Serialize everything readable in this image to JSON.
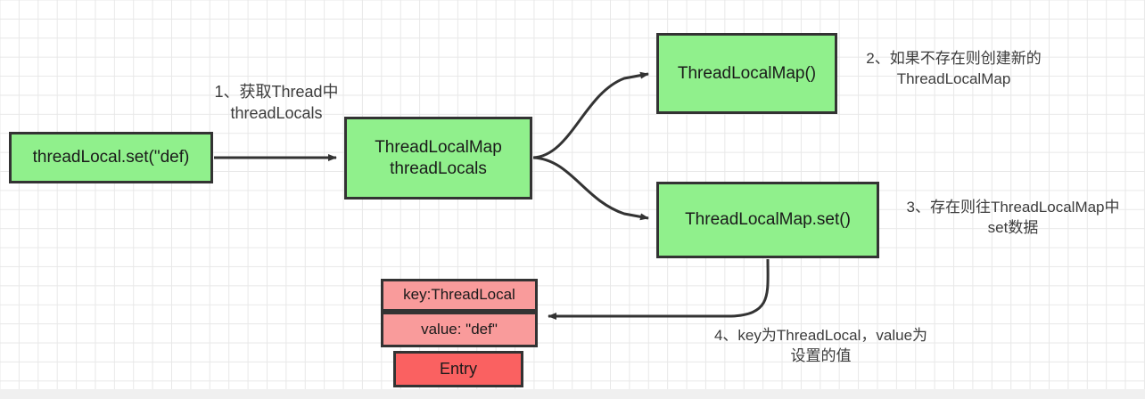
{
  "diagram": {
    "title": "ThreadLocal set flow",
    "background": {
      "grid_color": "#e8e8e8",
      "page_color": "#ffffff"
    },
    "colors": {
      "green_fill": "#90f08c",
      "pink_fill": "#f99b9b",
      "red_fill": "#fa6161",
      "stroke": "#333333",
      "label_text": "#3c3c3c"
    },
    "nodes": {
      "threadlocal_set": "threadLocal.set(\"def)",
      "threadlocals": "ThreadLocalMap\nthreadLocals",
      "threadlocalmap_new": "ThreadLocalMap()",
      "threadlocalmap_set": "ThreadLocalMap.set()",
      "entry_key": "key:ThreadLocal",
      "entry_value": "value: \"def\"",
      "entry_name": "Entry"
    },
    "labels": {
      "step_1": "1、获取Thread中\nthreadLocals",
      "step_2": "2、如果不存在则创建新的\nThreadLocalMap",
      "step_3": "3、存在则往ThreadLocalMap中\nset数据",
      "step_4": "4、key为ThreadLocal，value为\n设置的值"
    },
    "edges": [
      {
        "name": "set-to-threadlocals",
        "from": "threadlocal_set",
        "to": "threadlocals",
        "style": "straight"
      },
      {
        "name": "threadlocals-to-map-new",
        "from": "threadlocals",
        "to": "threadlocalmap_new",
        "style": "curve-up"
      },
      {
        "name": "threadlocals-to-map-set",
        "from": "threadlocals",
        "to": "threadlocalmap_set",
        "style": "curve-down"
      },
      {
        "name": "map-set-to-entry",
        "from": "threadlocalmap_set",
        "to": "entry_value",
        "style": "curve-left"
      }
    ]
  }
}
